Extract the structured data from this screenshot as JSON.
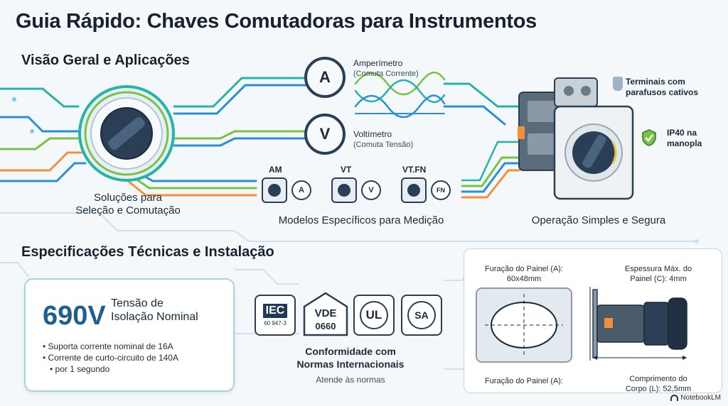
{
  "title": "Guia Rápido: Chaves Comutadoras para Instrumentos",
  "overview": {
    "heading": "Visão Geral e Aplicações",
    "main_caption_line1": "Soluções para",
    "main_caption_line2": "Seleção e Comutação",
    "ammeter": {
      "symbol": "A",
      "label": "Amperímetro",
      "sub": "(Comuta Corrente)"
    },
    "voltmeter": {
      "symbol": "V",
      "label": "Voltímetro",
      "sub": "(Comuta Tensão)"
    },
    "models": [
      {
        "tag": "AM",
        "meter_symbol": "A"
      },
      {
        "tag": "VT",
        "meter_symbol": "V"
      },
      {
        "tag": "VT.FN",
        "meter_symbol": "FN"
      }
    ],
    "models_caption": "Modelos Específicos para Medição",
    "switch_callouts": {
      "terminals_line1": "Terminais com",
      "terminals_line2": "parafusos cativos",
      "ip_line1": "IP40 na",
      "ip_line2": "manopla"
    },
    "operation_caption": "Operação Simples e Segura"
  },
  "specs": {
    "heading": "Especificações Técnicas e Instalação",
    "voltage": "690V",
    "voltage_label_line1": "Tensão de",
    "voltage_label_line2": "Isolação Nominal",
    "bullet1": "Suporta corrente nominal de 16A",
    "bullet2_line1": "Corrente de curto-circuito de 140A",
    "bullet2_line2": "por 1 segundo",
    "badges": {
      "iec_top": "IEC",
      "iec_bottom": "60 947-3",
      "vde_top": "VDE",
      "vde_bottom": "0660",
      "ul": "UL",
      "csa": "SA"
    },
    "conformity_line1": "Conformidade com",
    "conformity_line2": "Normas Internacionais",
    "conformity_sub": "Atende às normas"
  },
  "installation": {
    "drill_label_line1": "Furação do Painel (A):",
    "drill_label_line2": "60x48mm",
    "drill_bottom": "Furação do Painel (A):",
    "thickness_line1": "Espessura Máx. do",
    "thickness_line2": "Painel (C): 4mm",
    "length_line1": "Comprimento do",
    "length_line2": "Corpo (L): 52,5mm"
  },
  "footer": {
    "brand": "NotebookLM"
  },
  "colors": {
    "navy": "#1f3a56",
    "blue": "#2a8fd8",
    "teal": "#27b3a6",
    "green": "#7cc242",
    "orange": "#f2913a",
    "card_border": "#9fd9d1"
  }
}
